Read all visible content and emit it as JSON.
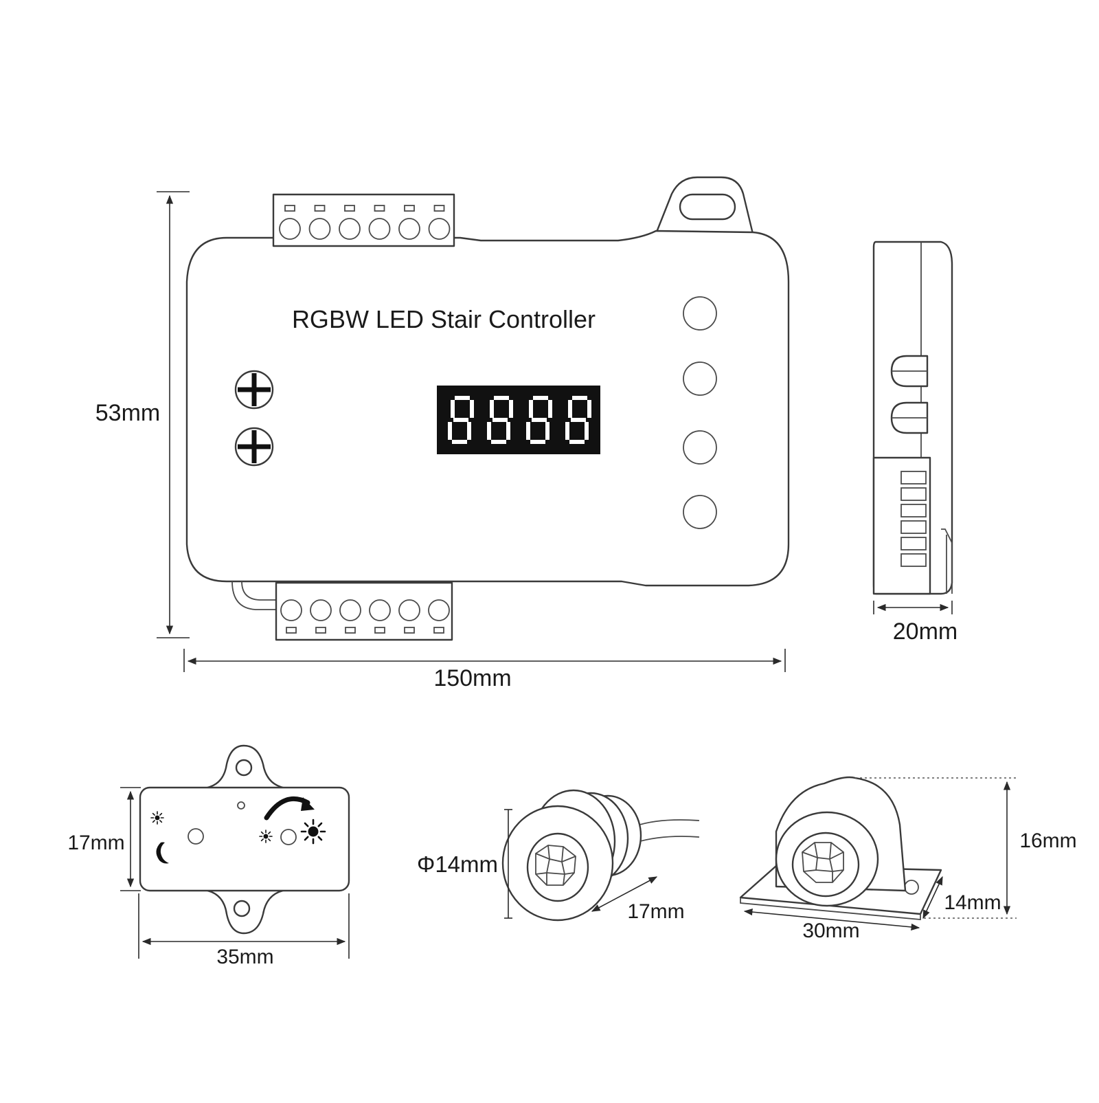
{
  "controller": {
    "title": "RGBW LED Stair Controller",
    "height_label": "53mm",
    "width_label": "150mm",
    "side_depth_label": "20mm"
  },
  "light_sensor": {
    "height_label": "17mm",
    "width_label": "35mm",
    "icons": [
      "sun-small-icon",
      "moon-icon",
      "sun-small-icon",
      "sun-bright-icon",
      "rotate-arrow-icon"
    ]
  },
  "pir_round": {
    "diameter_label": "Φ14mm",
    "length_label": "17mm"
  },
  "pir_bracket": {
    "height_label": "16mm",
    "depth_label": "14mm",
    "width_label": "30mm"
  },
  "colors": {
    "line": "#3a3a3a",
    "display_bg": "#111111",
    "background": "#ffffff"
  }
}
